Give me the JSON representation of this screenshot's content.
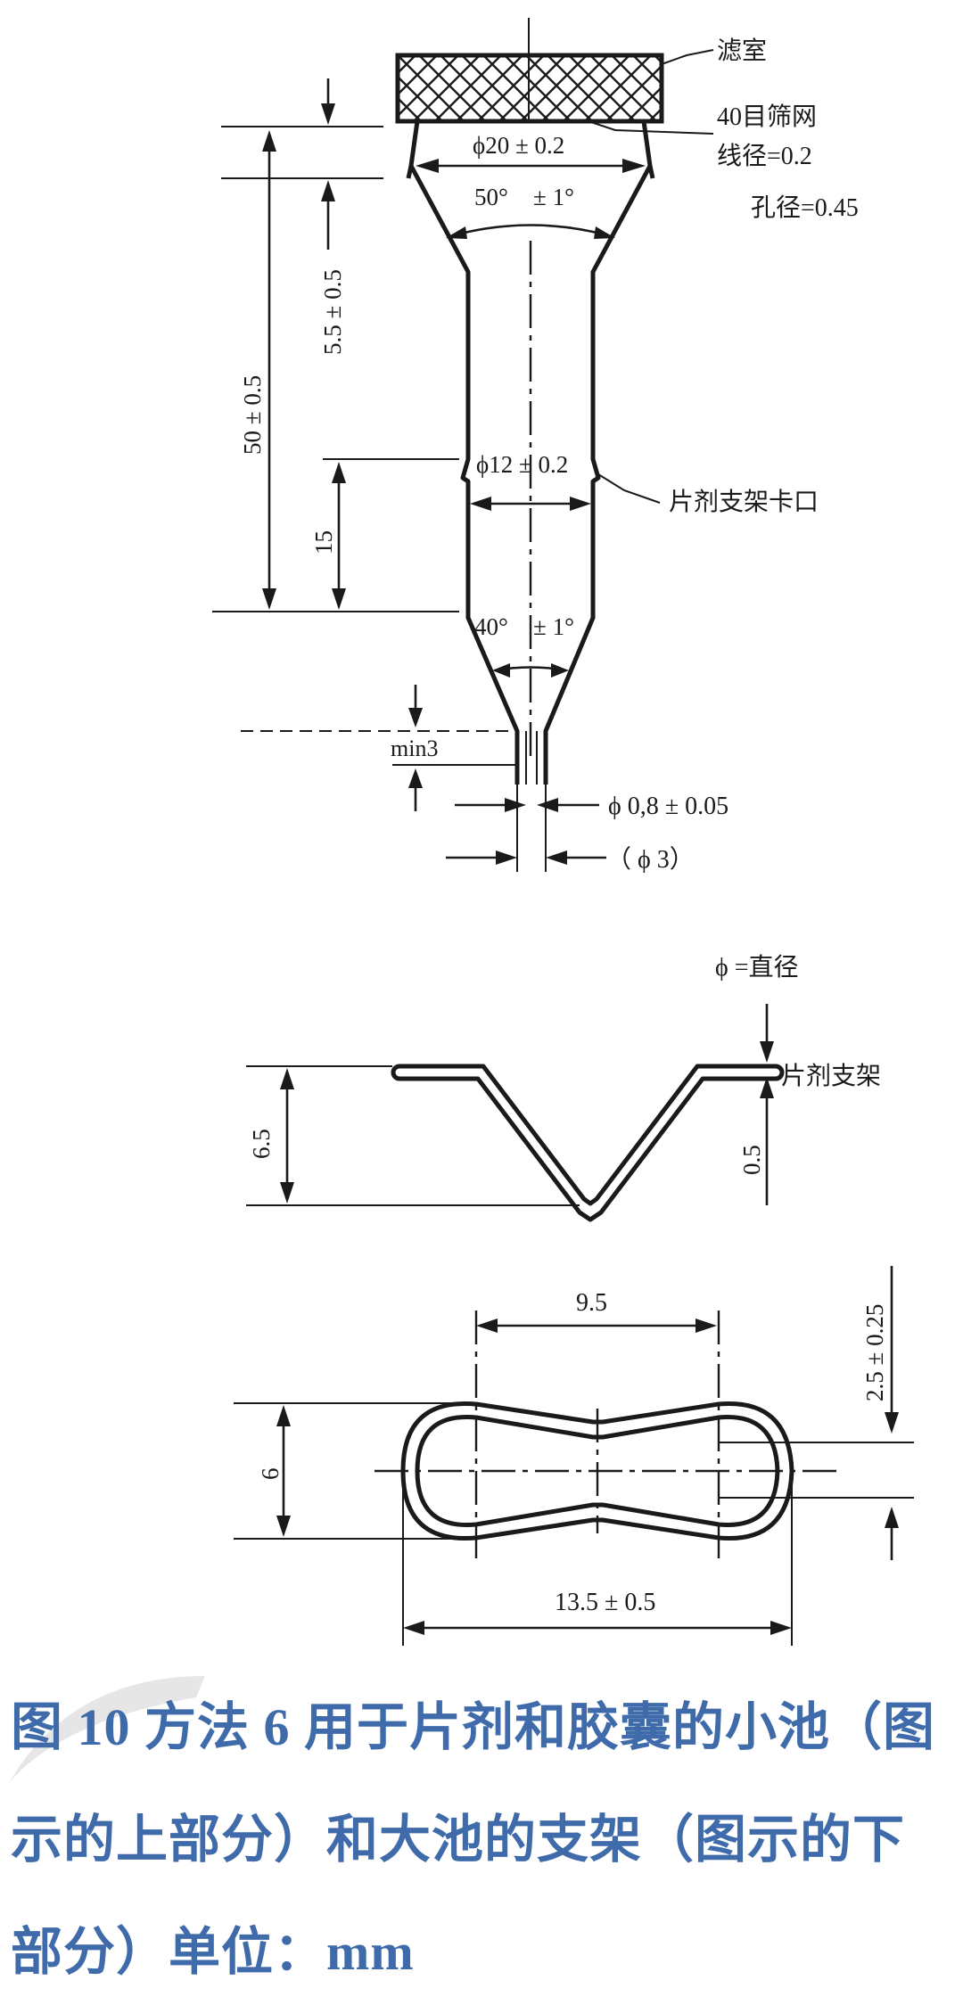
{
  "figure": {
    "labels": {
      "filter_chamber": "滤室",
      "mesh": "40目筛网",
      "wire_diameter": "线径=0.2",
      "hole_diameter": "孔径=0.45",
      "top_diameter": "ϕ20 ± 0.2",
      "angle_top": "50°",
      "angle_top_tol": "± 1°",
      "dim_55": "5.5 ± 0.5",
      "dim_50": "50 ± 0.5",
      "mid_diameter": "ϕ12 ± 0.2",
      "tablet_notch": "片剂支架卡口",
      "dim_15": "15",
      "angle_bottom": "40°",
      "angle_bottom_tol": "± 1°",
      "min3": "min3",
      "tip_inner": "ϕ 0,8 ± 0.05",
      "tip_outer": "（ ϕ 3）",
      "phi_legend": "ϕ =直径",
      "tablet_support": "片剂支架",
      "dim_65": "6.5",
      "dim_05": "0.5",
      "dim_95": "9.5",
      "dim_25": "2.5 ± 0.25",
      "dim_6": "6",
      "dim_135": "13.5 ± 0.5"
    }
  },
  "caption": {
    "text": "图 10 方法 6 用于片剂和胶囊的小池（图示的上部分）和大池的支架（图示的下部分）单位：mm"
  }
}
